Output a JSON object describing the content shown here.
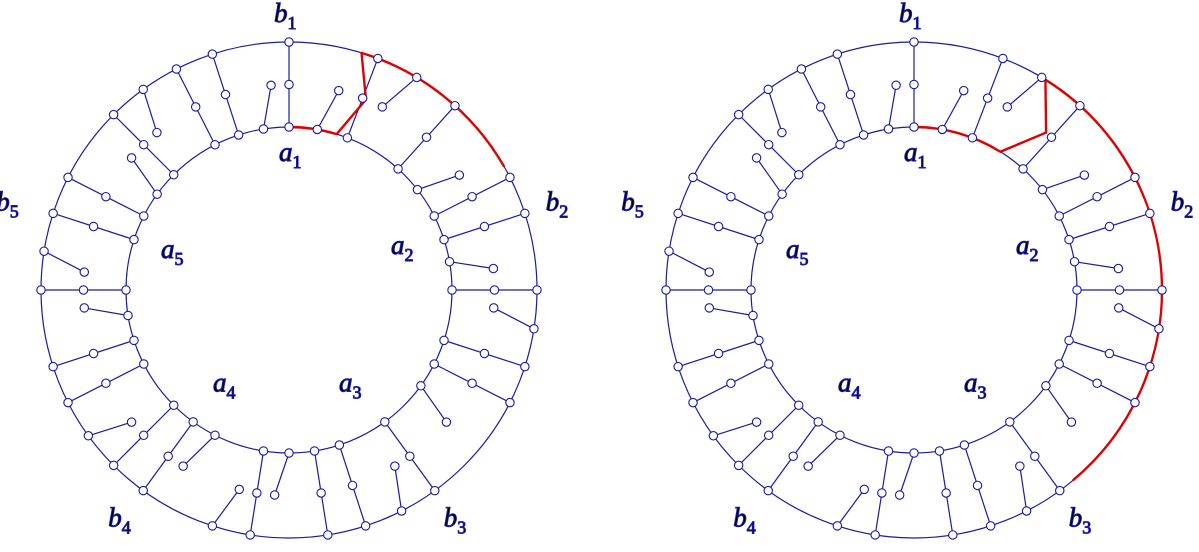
{
  "figures": [
    {
      "labels": [
        {
          "name": "b",
          "index": "1"
        },
        {
          "name": "b",
          "index": "2"
        },
        {
          "name": "b",
          "index": "3"
        },
        {
          "name": "b",
          "index": "4"
        },
        {
          "name": "b",
          "index": "5"
        },
        {
          "name": "a",
          "index": "1"
        },
        {
          "name": "a",
          "index": "2"
        },
        {
          "name": "a",
          "index": "3"
        },
        {
          "name": "a",
          "index": "4"
        },
        {
          "name": "a",
          "index": "5"
        }
      ],
      "highlighted_path": "a1 → b2"
    },
    {
      "labels": [
        {
          "name": "b",
          "index": "1"
        },
        {
          "name": "b",
          "index": "2"
        },
        {
          "name": "b",
          "index": "3"
        },
        {
          "name": "b",
          "index": "4"
        },
        {
          "name": "b",
          "index": "5"
        },
        {
          "name": "a",
          "index": "1"
        },
        {
          "name": "a",
          "index": "2"
        },
        {
          "name": "a",
          "index": "3"
        },
        {
          "name": "a",
          "index": "4"
        },
        {
          "name": "a",
          "index": "5"
        }
      ],
      "highlighted_path": "a1 → b3"
    }
  ],
  "colors": {
    "graph_edges": "#1a1aa6",
    "highlight_path": "#e00000",
    "vertex_fill": "#ffffff",
    "labels": "#000000"
  }
}
